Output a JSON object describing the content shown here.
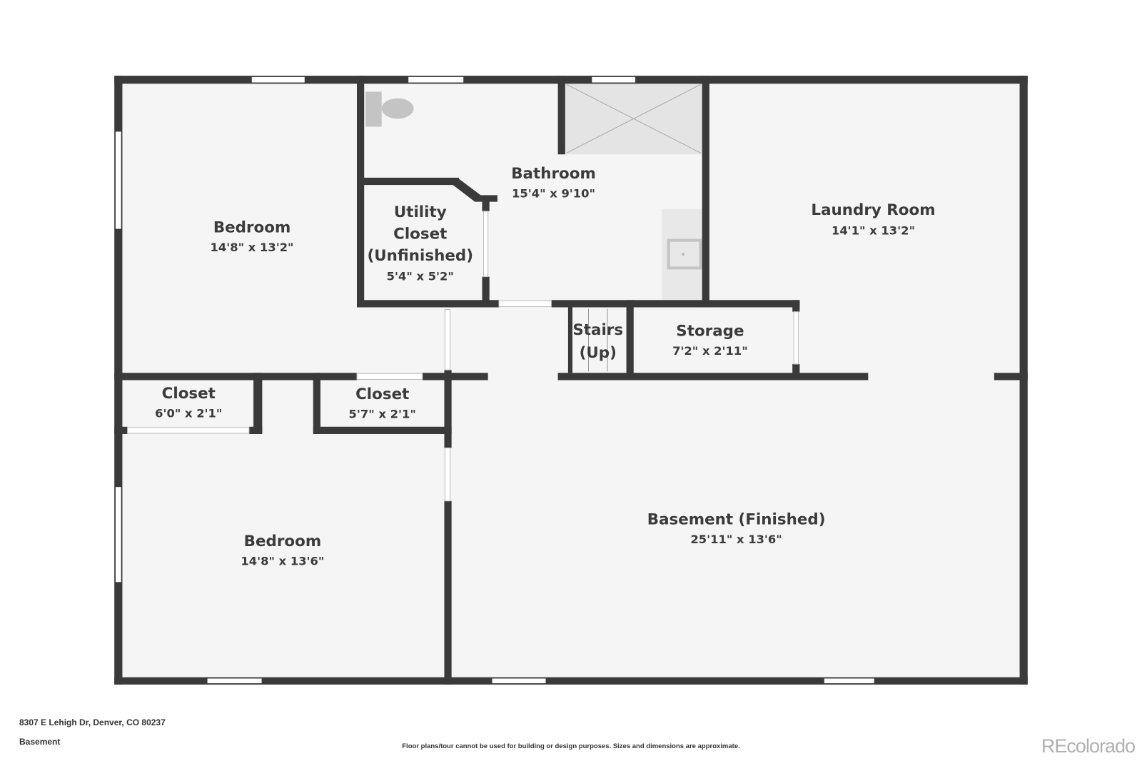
{
  "rooms": {
    "bedroom1": {
      "name": "Bedroom",
      "dim": "14'8\" x 13'2\""
    },
    "bathroom": {
      "name": "Bathroom",
      "dim": "15'4\" x 9'10\""
    },
    "utility": {
      "name1": "Utility",
      "name2": "Closet",
      "name3": "(Unfinished)",
      "dim": "5'4\" x 5'2\""
    },
    "laundry": {
      "name": "Laundry Room",
      "dim": "14'1\" x 13'2\""
    },
    "stairs": {
      "name1": "Stairs",
      "name2": "(Up)"
    },
    "storage": {
      "name": "Storage",
      "dim": "7'2\" x 2'11\""
    },
    "closet1": {
      "name": "Closet",
      "dim": "6'0\" x 2'1\""
    },
    "closet2": {
      "name": "Closet",
      "dim": "5'7\" x 2'1\""
    },
    "bedroom2": {
      "name": "Bedroom",
      "dim": "14'8\" x 13'6\""
    },
    "basement": {
      "name": "Basement (Finished)",
      "dim": "25'11\" x 13'6\""
    }
  },
  "footer": {
    "address": "8307 E Lehigh Dr, Denver, CO 80237",
    "level": "Basement",
    "disclaimer": "Floor plans/tour cannot be used for building or design purposes. Sizes and dimensions are approximate.",
    "logo": "REcolorado"
  },
  "colors": {
    "wall": "#3a3a3a",
    "floor": "#f5f5f5",
    "fixture": "#c8c8c8"
  }
}
